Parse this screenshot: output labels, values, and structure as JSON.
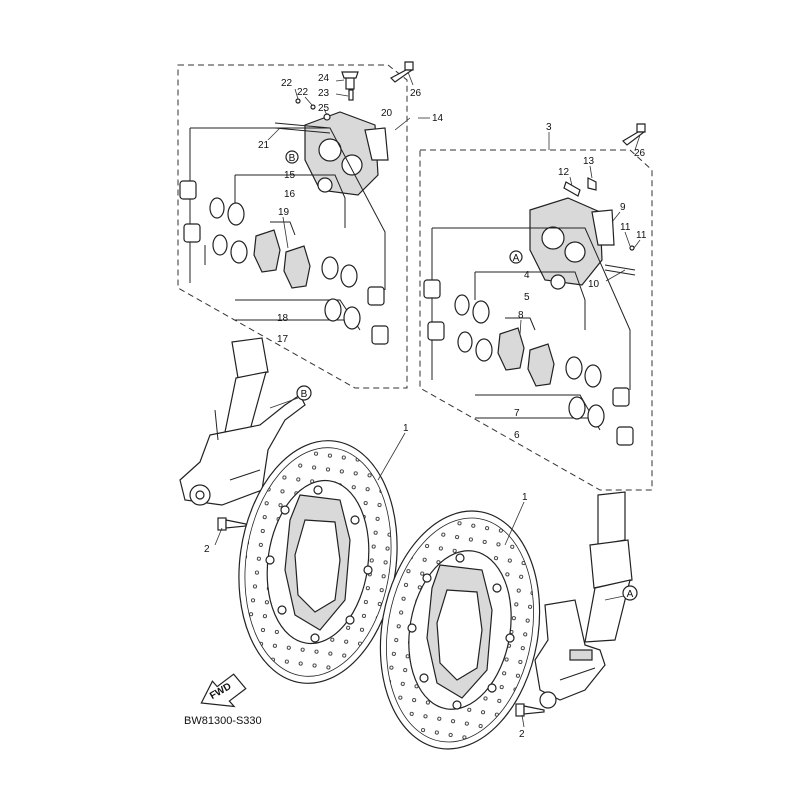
{
  "labels": {
    "p1a": "1",
    "p1b": "1",
    "p2a": "2",
    "p2b": "2",
    "p3": "3",
    "p4": "4",
    "p5": "5",
    "p6": "6",
    "p7": "7",
    "p8": "8",
    "p9": "9",
    "p10": "10",
    "p11a": "11",
    "p11b": "11",
    "p12": "12",
    "p13": "13",
    "p14": "14",
    "p15": "15",
    "p16": "16",
    "p17": "17",
    "p18": "18",
    "p19": "19",
    "p20": "20",
    "p21": "21",
    "p22a": "22",
    "p22b": "22",
    "p23": "23",
    "p24": "24",
    "p25": "25",
    "p26a": "26",
    "p26b": "26"
  },
  "callouts": {
    "a1": "A",
    "a2": "A",
    "b1": "B",
    "b2": "B"
  },
  "fwd": "FWD",
  "diagram_code": "BW81300-S330"
}
